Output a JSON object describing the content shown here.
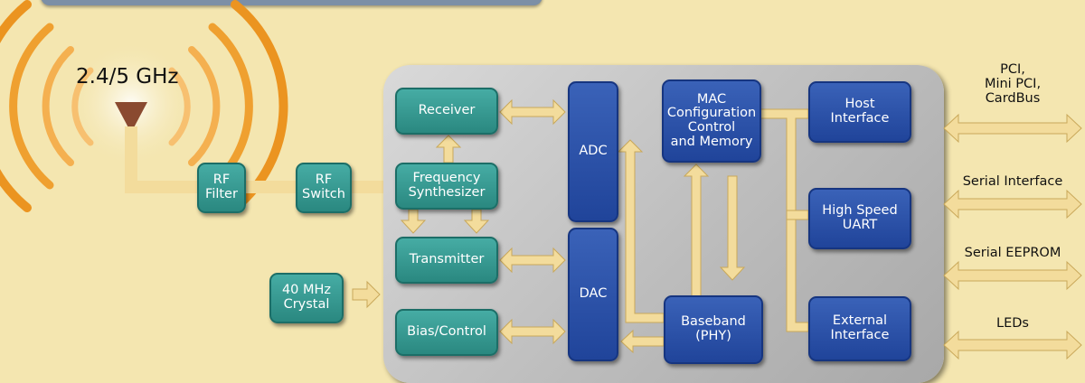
{
  "antenna": {
    "label": "2.4/5 GHz"
  },
  "blocks": {
    "rf_filter": "RF\nFilter",
    "rf_switch": "RF\nSwitch",
    "crystal": "40 MHz\nCrystal",
    "receiver": "Receiver",
    "frequency_synthesizer": "Frequency\nSynthesizer",
    "transmitter": "Transmitter",
    "bias_control": "Bias/Control",
    "adc": "ADC",
    "dac": "DAC",
    "mac": "MAC\nConfiguration\nControl\nand Memory",
    "baseband": "Baseband\n(PHY)",
    "host_interface": "Host\nInterface",
    "high_speed_uart": "High Speed\nUART",
    "external_interface": "External\nInterface"
  },
  "external_ports": {
    "pci": "PCI,\nMini PCI,\nCardBus",
    "serial_interface": "Serial Interface",
    "serial_eeprom": "Serial EEPROM",
    "leds": "LEDs"
  },
  "colors": {
    "background": "#f4e6b0",
    "teal_block": "#2a8880",
    "blue_block": "#20449a",
    "connector": "#f3dc9c",
    "antenna_waves": "#f0a020",
    "antenna_tip": "#8a4a30"
  }
}
